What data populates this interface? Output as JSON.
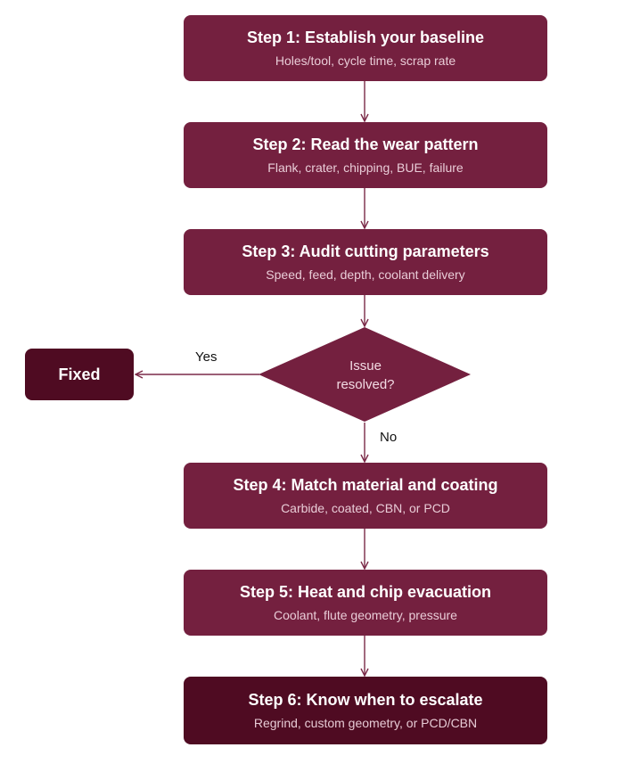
{
  "colors": {
    "step_fill": "#74203f",
    "dark_fill": "#4f0b22",
    "connector": "#7b2a48",
    "subtitle_text": "#f3dbe4"
  },
  "steps": [
    {
      "title": "Step 1: Establish your baseline",
      "subtitle": "Holes/tool, cycle time, scrap rate"
    },
    {
      "title": "Step 2: Read the wear pattern",
      "subtitle": "Flank, crater, chipping, BUE, failure"
    },
    {
      "title": "Step 3: Audit cutting parameters",
      "subtitle": "Speed, feed, depth, coolant delivery"
    },
    {
      "title": "Step 4: Match material and coating",
      "subtitle": "Carbide, coated, CBN, or PCD"
    },
    {
      "title": "Step 5: Heat and chip evacuation",
      "subtitle": "Coolant, flute geometry, pressure"
    },
    {
      "title": "Step 6: Know when to escalate",
      "subtitle": "Regrind, custom geometry, or PCD/CBN"
    }
  ],
  "decision": {
    "line1": "Issue",
    "line2": "resolved?",
    "yes_label": "Yes",
    "no_label": "No"
  },
  "fixed_box": {
    "label": "Fixed"
  }
}
